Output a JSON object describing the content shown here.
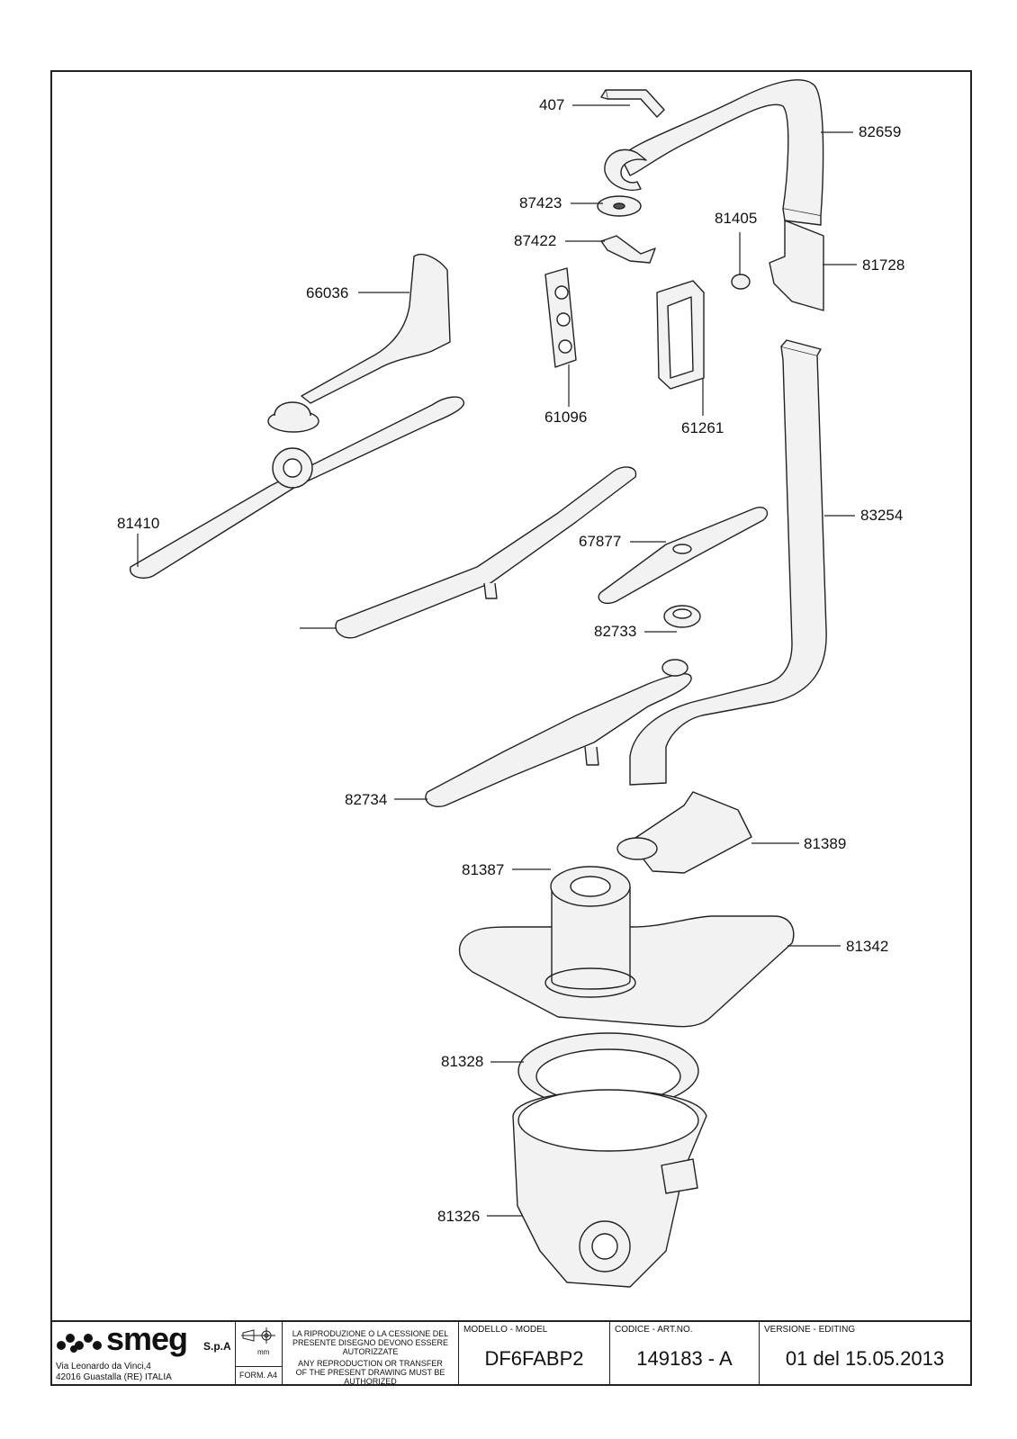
{
  "parts": [
    {
      "id": "407"
    },
    {
      "id": "82659"
    },
    {
      "id": "87423"
    },
    {
      "id": "81405"
    },
    {
      "id": "87422"
    },
    {
      "id": "81728"
    },
    {
      "id": "66036"
    },
    {
      "id": "61096"
    },
    {
      "id": "61261"
    },
    {
      "id": "81410"
    },
    {
      "id": "83254"
    },
    {
      "id": "67877"
    },
    {
      "id": "82733"
    },
    {
      "id": "82734"
    },
    {
      "id": "81389"
    },
    {
      "id": "81387"
    },
    {
      "id": "81342"
    },
    {
      "id": "81328"
    },
    {
      "id": "81326"
    }
  ],
  "title_block": {
    "company": "smeg",
    "company_suffix": "S.p.A",
    "address_line1": "Via Leonardo da Vinci,4",
    "address_line2": "42016  Guastalla (RE) ITALIA",
    "unit": "mm",
    "format": "FORM. A4",
    "notice_it": "LA RIPRODUZIONE O LA CESSIONE DEL PRESENTE DISEGNO DEVONO ESSERE AUTORIZZATE",
    "notice_en": "ANY REPRODUCTION OR TRANSFER OF THE PRESENT DRAWING MUST BE AUTHORIZED",
    "model_header": "MODELLO - MODEL",
    "model_value": "DF6FABP2",
    "code_header": "CODICE - ART.NO.",
    "code_value": "149183 - A",
    "version_header": "VERSIONE - EDITING",
    "version_value": "01 del 15.05.2013"
  },
  "colors": {
    "line": "#222222",
    "fill": "#f2f2f2",
    "dark": "#555555"
  }
}
